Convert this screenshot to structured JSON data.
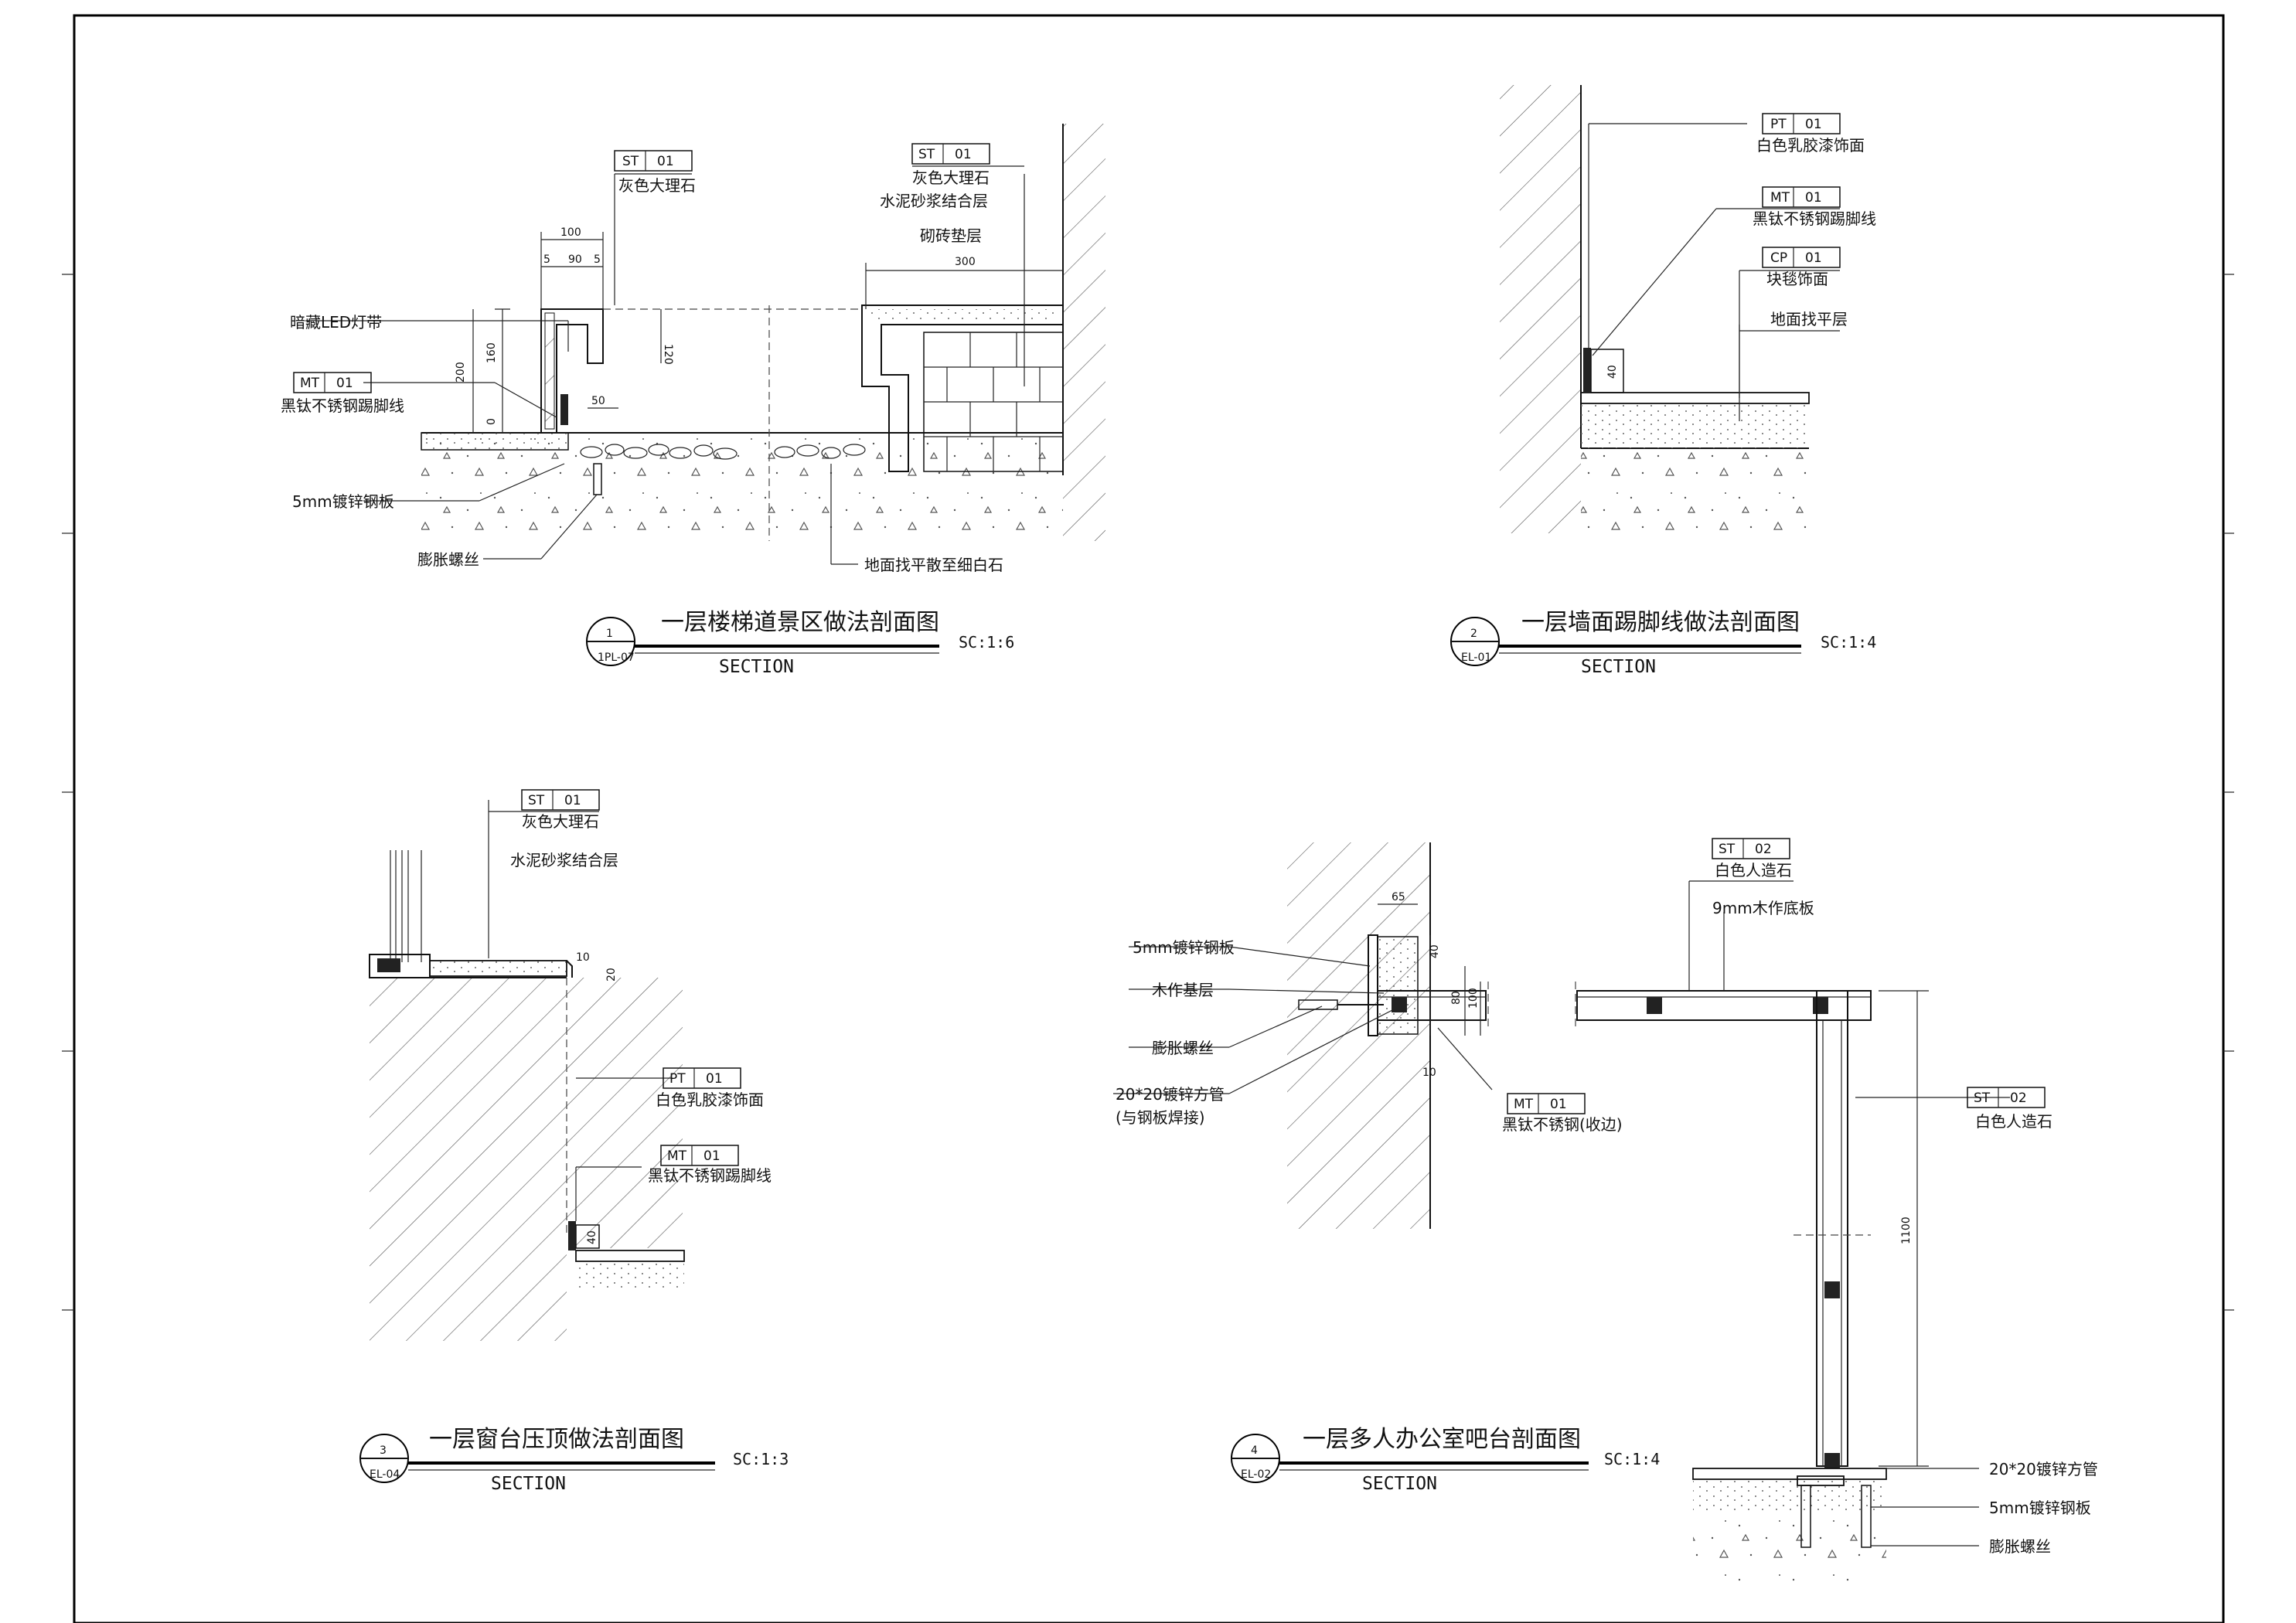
{
  "details": [
    {
      "id": "d1",
      "number": "1",
      "sheet_ref": "1PL-07",
      "title": "一层楼梯道景区做法剖面图",
      "subtitle": "SECTION",
      "scale": "SC:1:6",
      "tags": [
        {
          "code": "ST",
          "num": "01",
          "label": "灰色大理石"
        },
        {
          "code": "ST",
          "num": "01",
          "label": "灰色大理石"
        },
        {
          "code": "MT",
          "num": "01",
          "label": "黑钛不锈钢踢脚线"
        }
      ],
      "notes": [
        "暗藏LED灯带",
        "5mm镀锌钢板",
        "膨胀螺丝",
        "水泥砂浆结合层",
        "砌砖垫层",
        "地面找平散至细白石"
      ],
      "dims": [
        "100",
        "5",
        "90",
        "5",
        "200",
        "160",
        "0",
        "50",
        "120",
        "300"
      ]
    },
    {
      "id": "d2",
      "number": "2",
      "sheet_ref": "EL-01",
      "title": "一层墙面踢脚线做法剖面图",
      "subtitle": "SECTION",
      "scale": "SC:1:4",
      "tags": [
        {
          "code": "PT",
          "num": "01",
          "label": "白色乳胶漆饰面"
        },
        {
          "code": "MT",
          "num": "01",
          "label": "黑钛不锈钢踢脚线"
        },
        {
          "code": "CP",
          "num": "01",
          "label": "块毯饰面"
        }
      ],
      "notes": [
        "地面找平层"
      ],
      "dims": [
        "40"
      ]
    },
    {
      "id": "d3",
      "number": "3",
      "sheet_ref": "EL-04",
      "title": "一层窗台压顶做法剖面图",
      "subtitle": "SECTION",
      "scale": "SC:1:3",
      "tags": [
        {
          "code": "ST",
          "num": "01",
          "label": "灰色大理石"
        },
        {
          "code": "PT",
          "num": "01",
          "label": "白色乳胶漆饰面"
        },
        {
          "code": "MT",
          "num": "01",
          "label": "黑钛不锈钢踢脚线"
        }
      ],
      "notes": [
        "水泥砂浆结合层"
      ],
      "dims": [
        "20",
        "10",
        "40"
      ]
    },
    {
      "id": "d4",
      "number": "4",
      "sheet_ref": "EL-02",
      "title": "一层多人办公室吧台剖面图",
      "subtitle": "SECTION",
      "scale": "SC:1:4",
      "tags": [
        {
          "code": "ST",
          "num": "02",
          "label": "白色人造石"
        },
        {
          "code": "MT",
          "num": "01",
          "label": "黑钛不锈钢(收边)"
        },
        {
          "code": "ST",
          "num": "02",
          "label": "白色人造石"
        }
      ],
      "notes": [
        "5mm镀锌钢板",
        "木作基层",
        "膨胀螺丝",
        "20*20镀锌方管",
        "(与钢板焊接)",
        "9mm木作底板",
        "20*20镀锌方管",
        "5mm镀锌钢板",
        "膨胀螺丝"
      ],
      "dims": [
        "65",
        "40",
        "80",
        "100",
        "10",
        "1100"
      ]
    }
  ]
}
